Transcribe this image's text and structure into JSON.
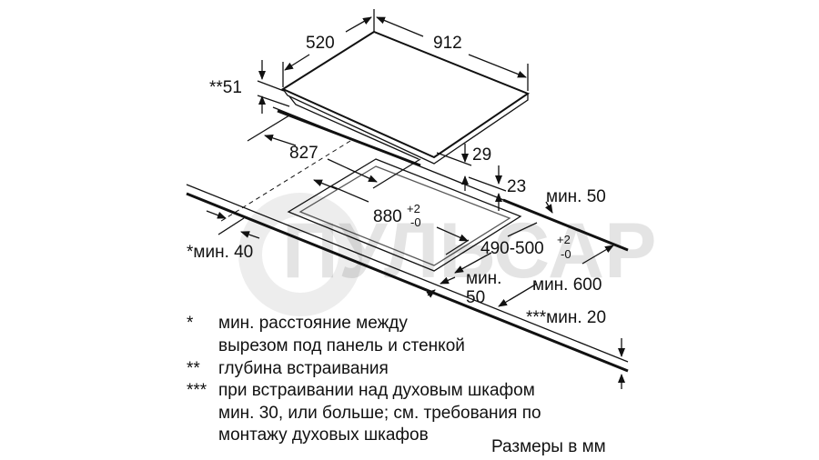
{
  "watermark": "ПУЛЬСАР",
  "dimensions": {
    "depth": "520",
    "width": "912",
    "height_total": "**51",
    "frame_width": "827",
    "top_thickness": "29",
    "frame_offset": "23",
    "cutout_width": "880",
    "cutout_width_tol_plus": "+2",
    "cutout_width_tol_minus": "-0",
    "cutout_depth": "490-500",
    "cutout_depth_tol_plus": "+2",
    "cutout_depth_tol_minus": "-0",
    "min_back": "мин. 50",
    "min_wall": "*мин. 40",
    "min_front_1": "мин.",
    "min_front_2": "50",
    "min_cabinet": "мин. 600",
    "min_oven": "***мин. 20"
  },
  "notes": [
    {
      "mark": "*",
      "text": "мин. расстояние между"
    },
    {
      "mark": "",
      "text": "вырезом под панель и стенкой"
    },
    {
      "mark": "**",
      "text": "глубина встраивания"
    },
    {
      "mark": "***",
      "text": "при встраивании над духовым шкафом"
    },
    {
      "mark": "",
      "text": "мин. 30, или больше; см. требования по"
    },
    {
      "mark": "",
      "text": "монтажу духовых шкафов"
    }
  ],
  "units_note": "Размеры в мм"
}
